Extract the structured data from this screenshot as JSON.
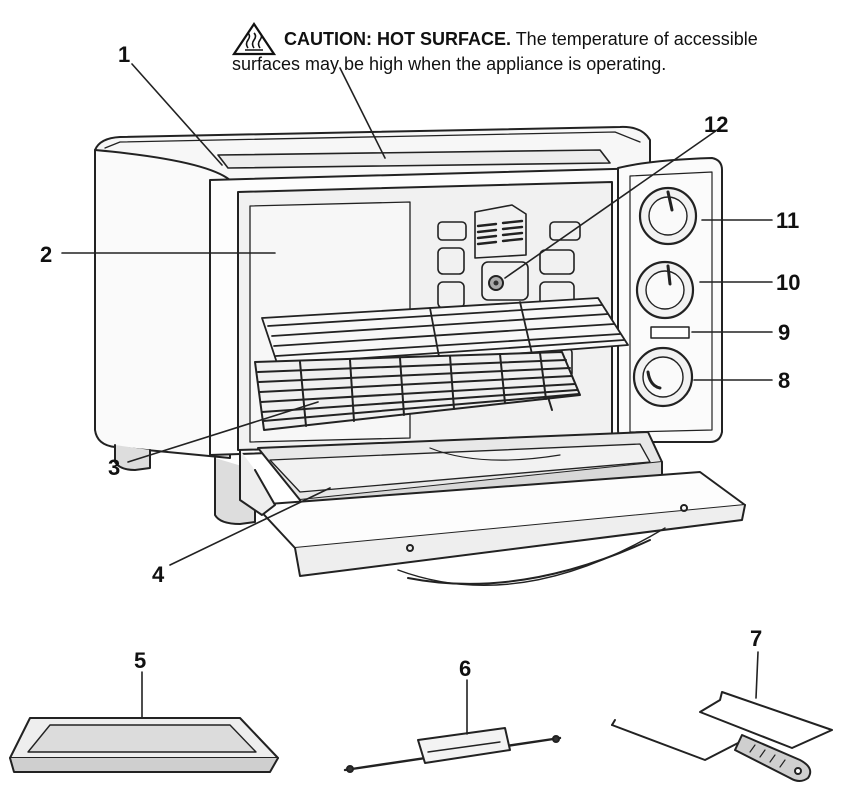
{
  "caution": {
    "heading": "CAUTION: HOT SURFACE.",
    "text_line1": "The temperature of accessible",
    "text_line2": "surfaces may be high when the appliance is operating."
  },
  "callouts": [
    {
      "id": "1",
      "label": "1"
    },
    {
      "id": "2",
      "label": "2"
    },
    {
      "id": "3",
      "label": "3"
    },
    {
      "id": "4",
      "label": "4"
    },
    {
      "id": "5",
      "label": "5"
    },
    {
      "id": "6",
      "label": "6"
    },
    {
      "id": "7",
      "label": "7"
    },
    {
      "id": "8",
      "label": "8"
    },
    {
      "id": "9",
      "label": "9"
    },
    {
      "id": "10",
      "label": "10"
    },
    {
      "id": "11",
      "label": "11"
    },
    {
      "id": "12",
      "label": "12"
    }
  ],
  "icons": {
    "warning": "hot-surface-warning-icon"
  },
  "colors": {
    "line": "#222222",
    "shade": "#d9d9d9",
    "light": "#eeeeee"
  }
}
